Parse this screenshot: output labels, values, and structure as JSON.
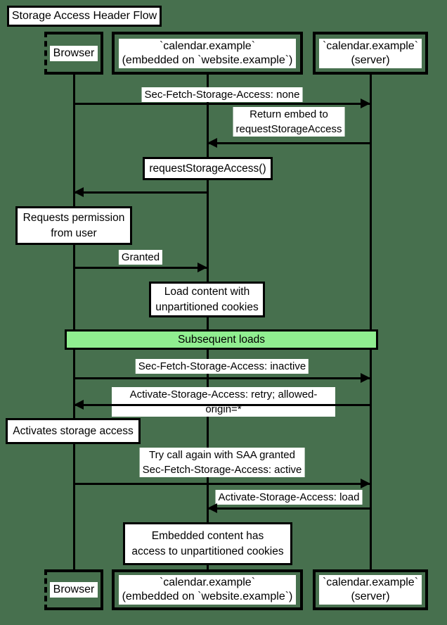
{
  "title": "Storage Access Header Flow",
  "participants": {
    "browser": {
      "label": "Browser"
    },
    "embed": {
      "label": "`calendar.example`\n(embedded on `website.example`)"
    },
    "server": {
      "label": "`calendar.example`\n(server)"
    }
  },
  "messages": [
    {
      "label": "Sec-Fetch-Storage-Access: none",
      "from": "Browser",
      "to": "calendar.example (server)"
    },
    {
      "label": "Return embed to\nrequestStorageAccess",
      "from": "calendar.example (server)",
      "to": "calendar.example (embed)"
    },
    {
      "label": "",
      "from": "calendar.example (embed)",
      "to": "Browser"
    },
    {
      "label": "Granted",
      "from": "Browser",
      "to": "calendar.example (embed)"
    },
    {
      "label": "Sec-Fetch-Storage-Access: inactive",
      "from": "Browser",
      "to": "calendar.example (server)"
    },
    {
      "label": "Activate-Storage-Access: retry; allowed-origin=*",
      "from": "calendar.example (server)",
      "to": "Browser"
    },
    {
      "label": "Try call again with SAA granted\nSec-Fetch-Storage-Access: active",
      "from": "Browser",
      "to": "calendar.example (server)"
    },
    {
      "label": "Activate-Storage-Access: load",
      "from": "calendar.example (server)",
      "to": "calendar.example (embed)"
    }
  ],
  "notes": [
    {
      "text": "requestStorageAccess()",
      "over": "calendar.example (embed)"
    },
    {
      "text": "Requests permission\nfrom user",
      "over": "Browser"
    },
    {
      "text": "Load content with\nunpartitioned cookies",
      "over": "calendar.example (embed)"
    },
    {
      "text": "Activates storage access",
      "over": "Browser"
    },
    {
      "text": "Embedded content has\naccess to unpartitioned cookies",
      "over": "calendar.example (embed)"
    }
  ],
  "section": {
    "label": "Subsequent loads"
  },
  "colors": {
    "background": "#47704E",
    "section_fill": "#90EE90",
    "line": "#000000",
    "label_background": "#FFFFFF"
  }
}
